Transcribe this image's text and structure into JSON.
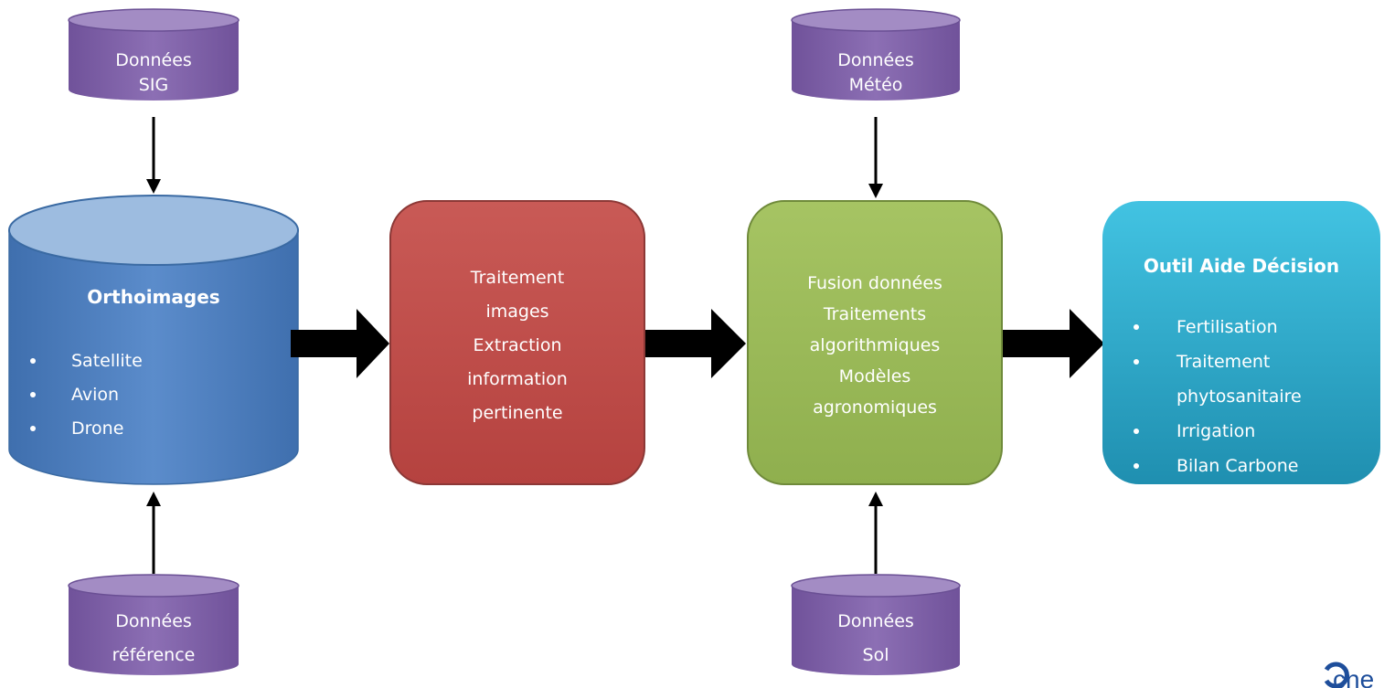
{
  "sources": {
    "sig": {
      "lines": [
        "Données",
        "SIG"
      ]
    },
    "reference": {
      "lines": [
        "Données",
        "référence"
      ]
    },
    "meteo": {
      "lines": [
        "Données",
        "Météo"
      ]
    },
    "sol": {
      "lines": [
        "Données",
        "Sol"
      ]
    }
  },
  "orthoimages": {
    "title": "Orthoimages",
    "bullets": [
      "Satellite",
      "Avion",
      "Drone"
    ]
  },
  "traitement_images": {
    "lines": [
      "Traitement",
      "images",
      "Extraction",
      "information",
      "pertinente"
    ]
  },
  "fusion": {
    "lines": [
      "Fusion données",
      "Traitements",
      "algorithmiques",
      "Modèles",
      "agronomiques"
    ]
  },
  "outil": {
    "title": "Outil Aide Décision",
    "bullets": [
      {
        "lines": [
          "Fertilisation"
        ]
      },
      {
        "lines": [
          "Traitement",
          "phytosanitaire"
        ]
      },
      {
        "lines": [
          "Irrigation"
        ]
      },
      {
        "lines": [
          "Bilan Carbone"
        ]
      }
    ]
  },
  "logo": {
    "text": "cne"
  },
  "colors": {
    "purple": "#8064a2",
    "blue": "#4f81bd",
    "blue_top": "#95b3d7",
    "red": "#c0504d",
    "green": "#9bbb59",
    "teal": "#31b0d0",
    "arrow": "#000000"
  }
}
